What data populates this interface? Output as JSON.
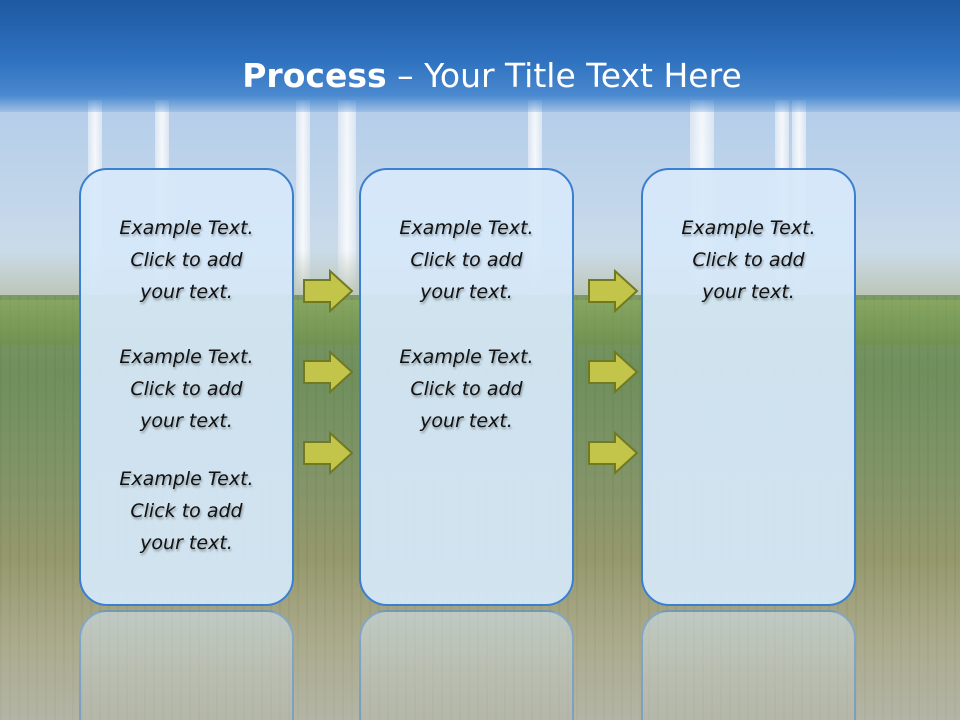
{
  "slide": {
    "title_bold": "Process",
    "title_rest": "– Your Title Text Here"
  },
  "boxes": [
    {
      "paragraphs": [
        [
          "Example Text.",
          "Click  to add",
          "your text."
        ],
        [
          "Example Text.",
          "Click  to add",
          "your text."
        ],
        [
          "Example Text.",
          "Click  to add",
          "your text."
        ]
      ]
    },
    {
      "paragraphs": [
        [
          "Example Text.",
          "Click  to add",
          "your text."
        ],
        [
          "Example Text.",
          "Click  to add",
          "your text."
        ]
      ]
    },
    {
      "paragraphs": [
        [
          "Example Text.",
          "Click  to add",
          "your text."
        ]
      ]
    }
  ],
  "icons": {
    "arrow": "right-arrow-icon"
  },
  "colors": {
    "title_bar": "#2f72bf",
    "box_fill": "#d6e8fa",
    "box_border": "#3b7fd0",
    "arrow_fill": "#c3c44a",
    "arrow_stroke": "#6f7a22"
  }
}
